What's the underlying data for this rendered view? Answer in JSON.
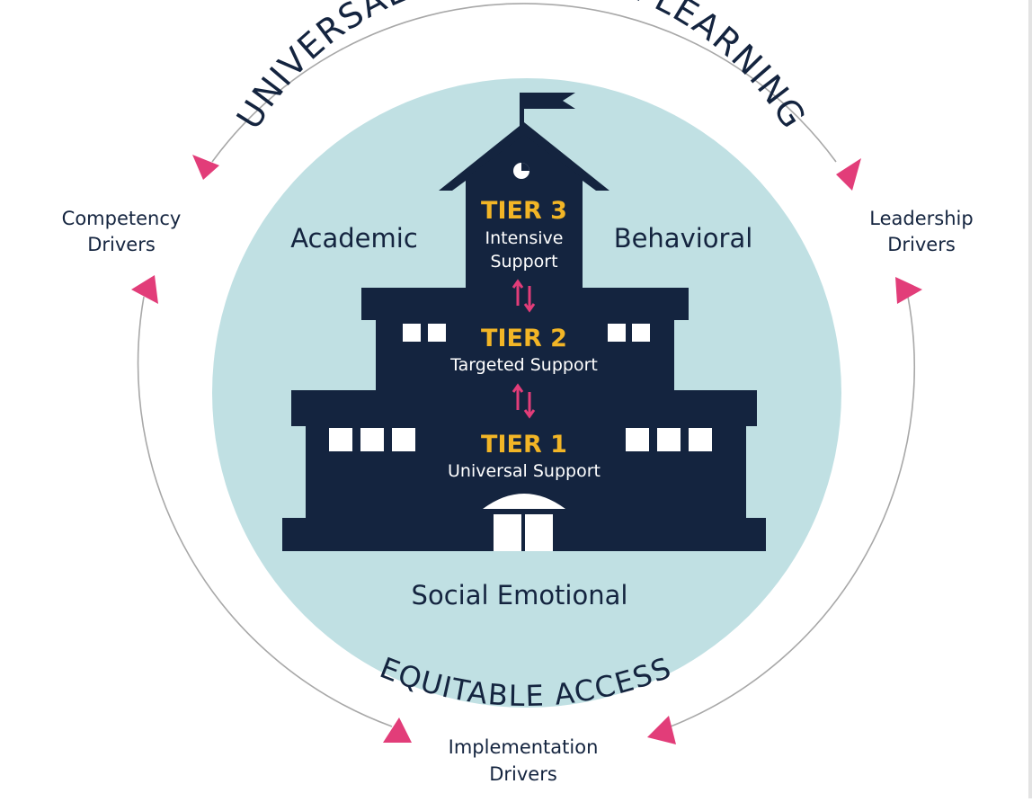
{
  "arc_top": "UNIVERSAL DESIGN FOR LEARNING",
  "arc_bottom": "EQUITABLE ACCESS",
  "domains": {
    "academic": "Academic",
    "behavioral": "Behavioral",
    "social_emotional": "Social Emotional"
  },
  "tiers": {
    "tier3": {
      "title": "TIER 3",
      "line1": "Intensive",
      "line2": "Support"
    },
    "tier2": {
      "title": "TIER 2",
      "line1": "Targeted Support"
    },
    "tier1": {
      "title": "TIER 1",
      "line1": "Universal Support"
    }
  },
  "drivers": {
    "competency": {
      "line1": "Competency",
      "line2": "Drivers"
    },
    "leadership": {
      "line1": "Leadership",
      "line2": "Drivers"
    },
    "implementation": {
      "line1": "Implementation",
      "line2": "Drivers"
    }
  },
  "colors": {
    "navy": "#14243f",
    "circle": "#c0e0e3",
    "gold": "#f2b526",
    "pink": "#e23d79",
    "ring": "#a8a8a8"
  }
}
